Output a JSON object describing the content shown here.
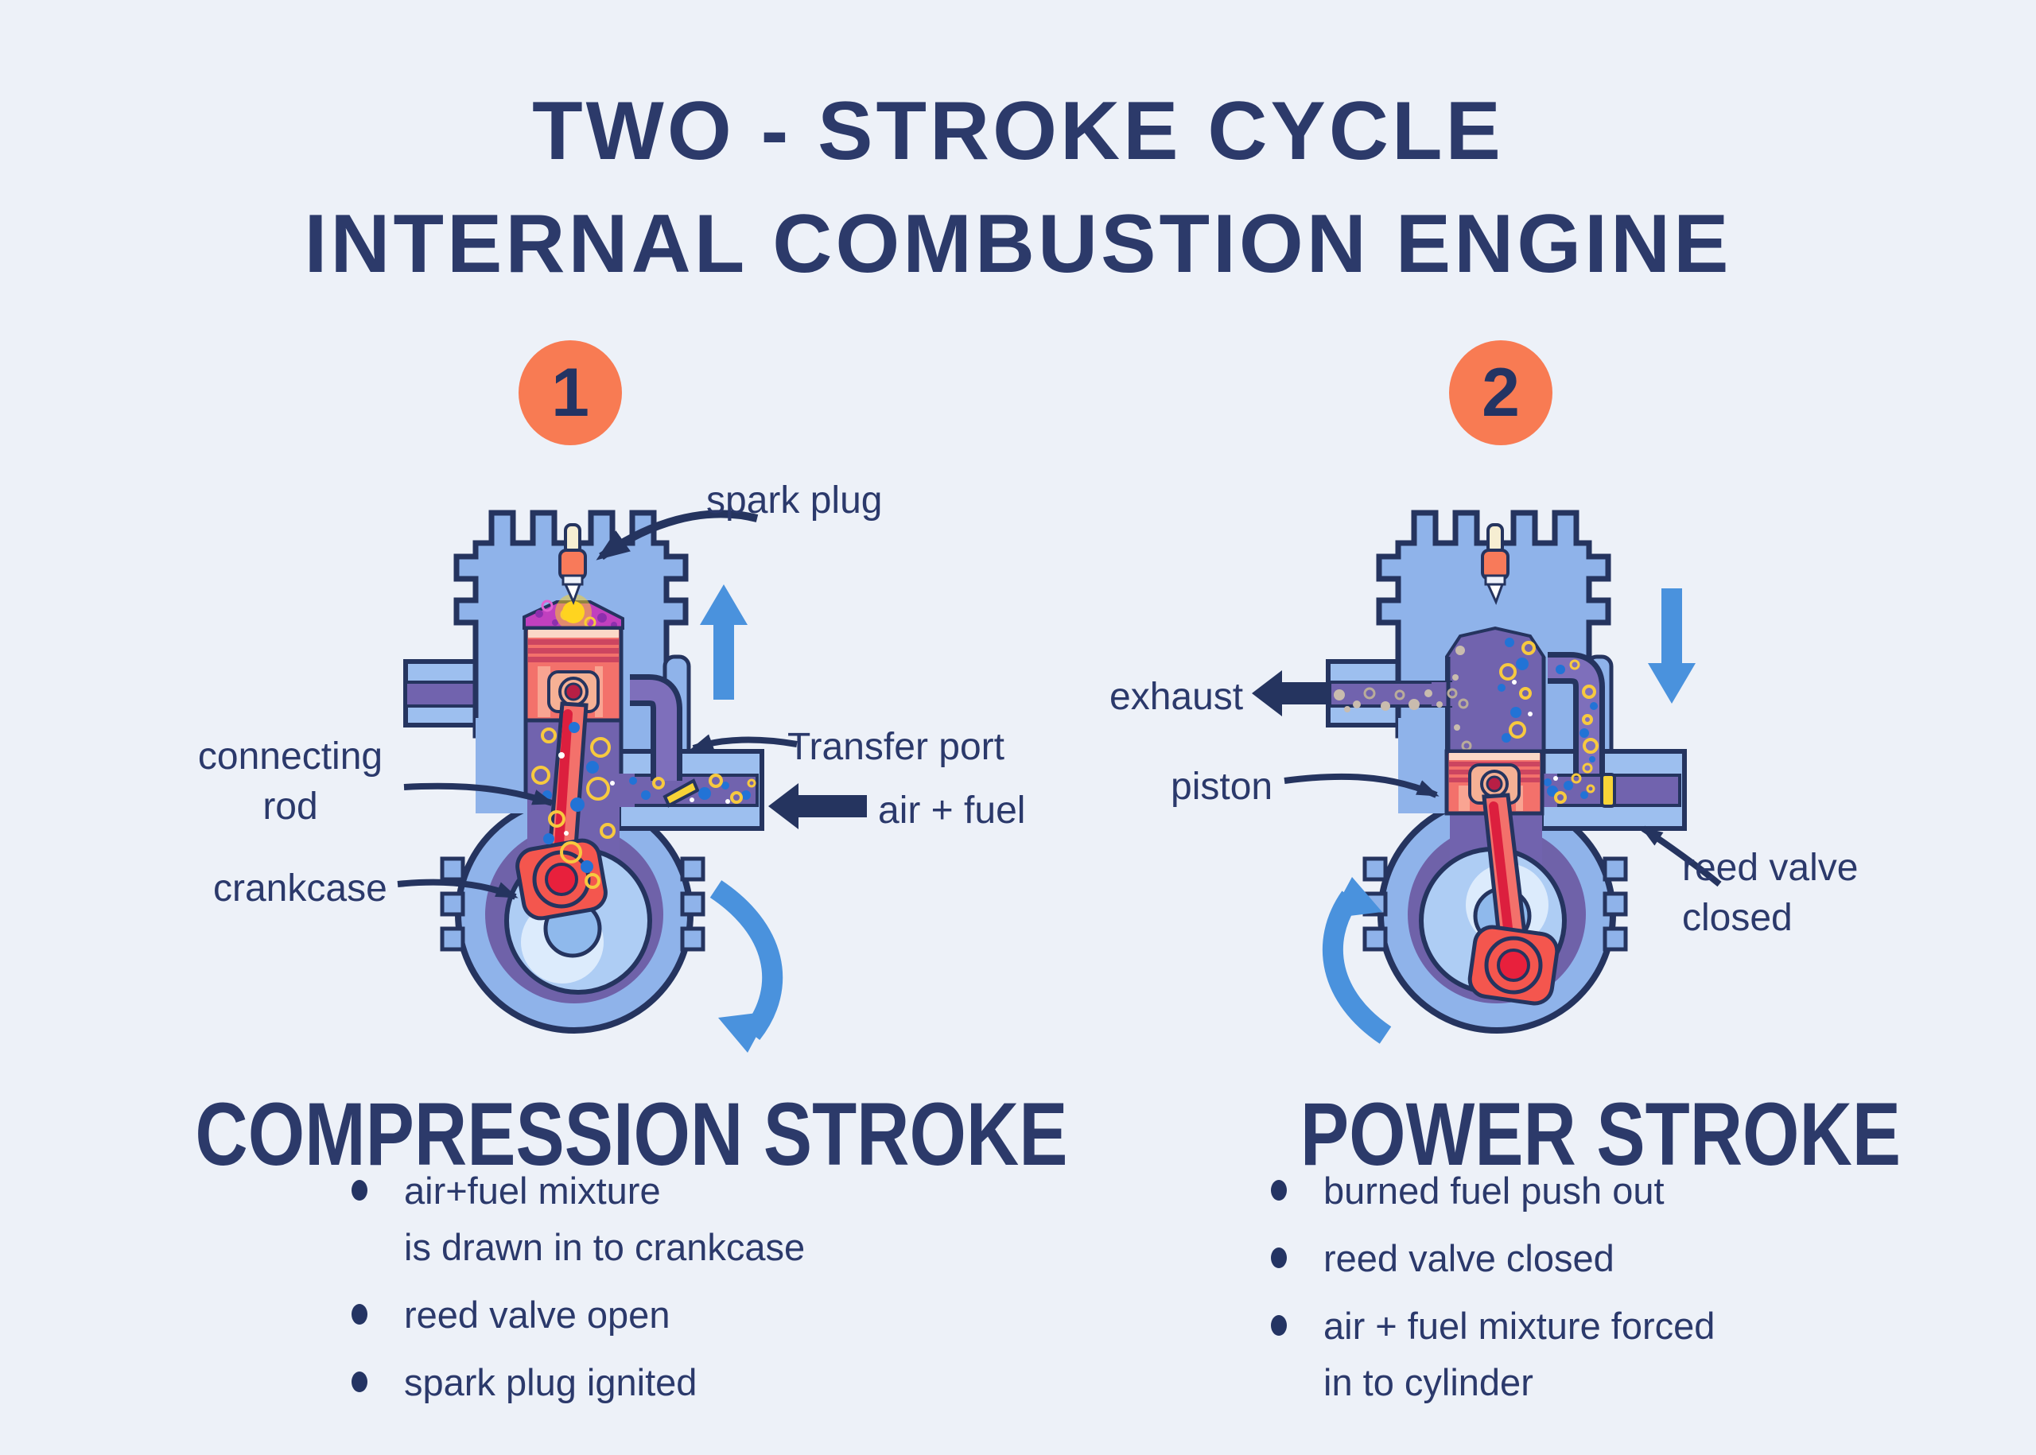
{
  "header": {
    "title_line1": "TWO - STROKE CYCLE",
    "title_line2": "INTERNAL COMBUSTION ENGINE"
  },
  "steps": [
    {
      "number": "1"
    },
    {
      "number": "2"
    }
  ],
  "diagram_labels": {
    "left": {
      "spark_plug": "spark plug",
      "transfer_port": "Transfer port",
      "air_fuel": "air + fuel",
      "connecting_rod": "connecting\nrod",
      "crankcase": "crankcase"
    },
    "right": {
      "exhaust": "exhaust",
      "piston": "piston",
      "reed_valve": "reed valve\nclosed"
    }
  },
  "sections": {
    "left": {
      "heading": "COMPRESSION STROKE",
      "bullets": [
        "air+fuel mixture\nis drawn in to crankcase",
        "reed valve open",
        "spark plug ignited"
      ]
    },
    "right": {
      "heading": "POWER STROKE",
      "bullets": [
        "burned fuel push out",
        "reed valve closed",
        "air + fuel mixture forced\nin to cylinder"
      ]
    }
  },
  "colors": {
    "background": "#edf1f8",
    "navy_text": "#2c3a6a",
    "outline_navy": "#25345f",
    "badge_orange": "#f87b53",
    "engine_blue": "#8fb3ea",
    "pipe_blue": "#9dbfef",
    "interior_purple": "#7163ae",
    "channel_purple": "#7e6fbb",
    "mixture_magenta": "#c140bf",
    "piston_red": "#f3716b",
    "rod_red": "#dc1f3e",
    "motion_arrow_blue": "#4a92dd",
    "bubble_blue": "#2273d6",
    "bubble_yellow": "#f7c93f",
    "smoke_tan": "#c9bcae",
    "reed_yellow": "#f7d437",
    "spark_yellow": "#ffd41f"
  }
}
